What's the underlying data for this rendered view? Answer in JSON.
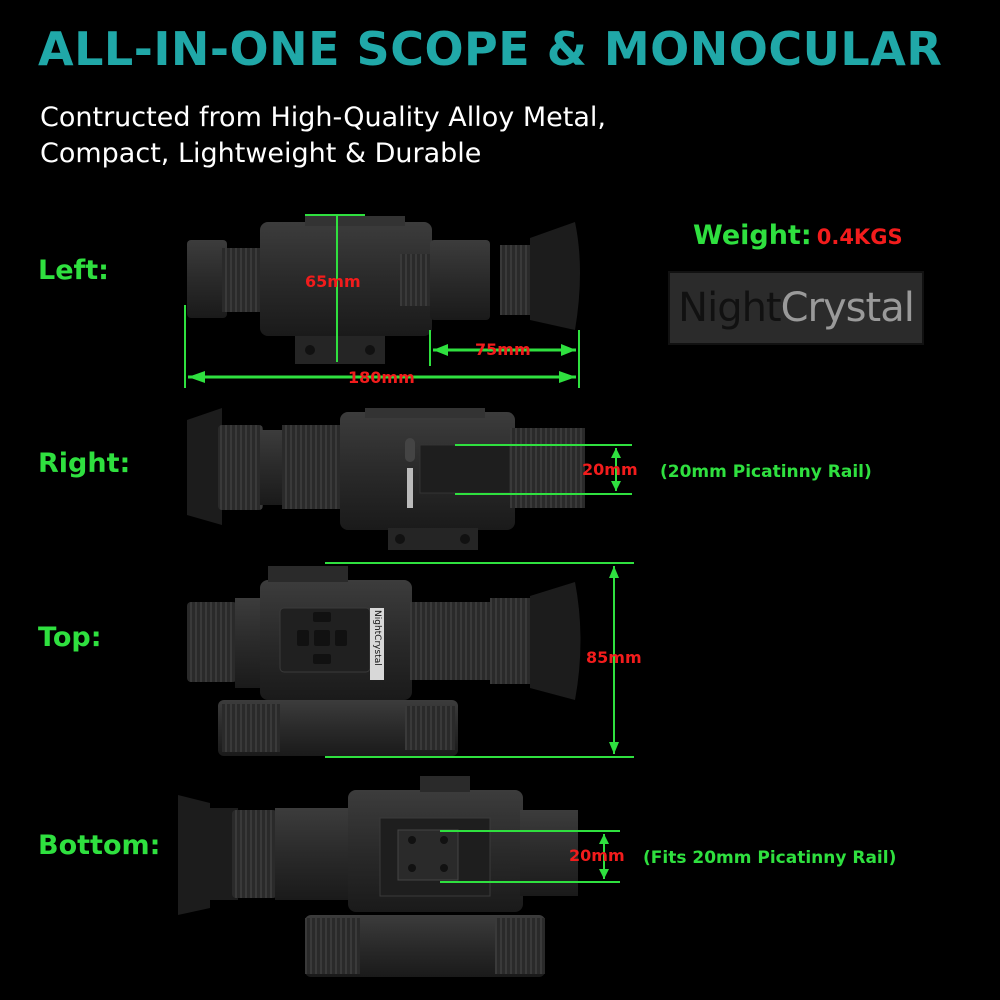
{
  "header": {
    "title": "ALL-IN-ONE SCOPE & MONOCULAR",
    "subtitle_line1": "Contructed from High-Quality Alloy Metal,",
    "subtitle_line2": "Compact, Lightweight & Durable"
  },
  "weight": {
    "label": "Weight:",
    "value": "0.4KGS"
  },
  "logo": {
    "part1": "Night",
    "part2": "Crystal"
  },
  "views": {
    "left": {
      "label": "Left:",
      "dim_height": "65mm",
      "dim_eyepiece": "75mm",
      "dim_length": "180mm"
    },
    "right": {
      "label": "Right:",
      "dim_rail": "20mm",
      "rail_note": "(20mm Picatinny Rail)"
    },
    "top": {
      "label": "Top:",
      "dim_width": "85mm",
      "device_text": "NightCrystal"
    },
    "bottom": {
      "label": "Bottom:",
      "dim_rail": "20mm",
      "rail_note": "(Fits 20mm Picatinny Rail)"
    }
  },
  "colors": {
    "title": "#20a8a8",
    "label": "#2fe03f",
    "measure": "#f21c1c",
    "line": "#2fe03f",
    "device": "#2a2a2a"
  }
}
